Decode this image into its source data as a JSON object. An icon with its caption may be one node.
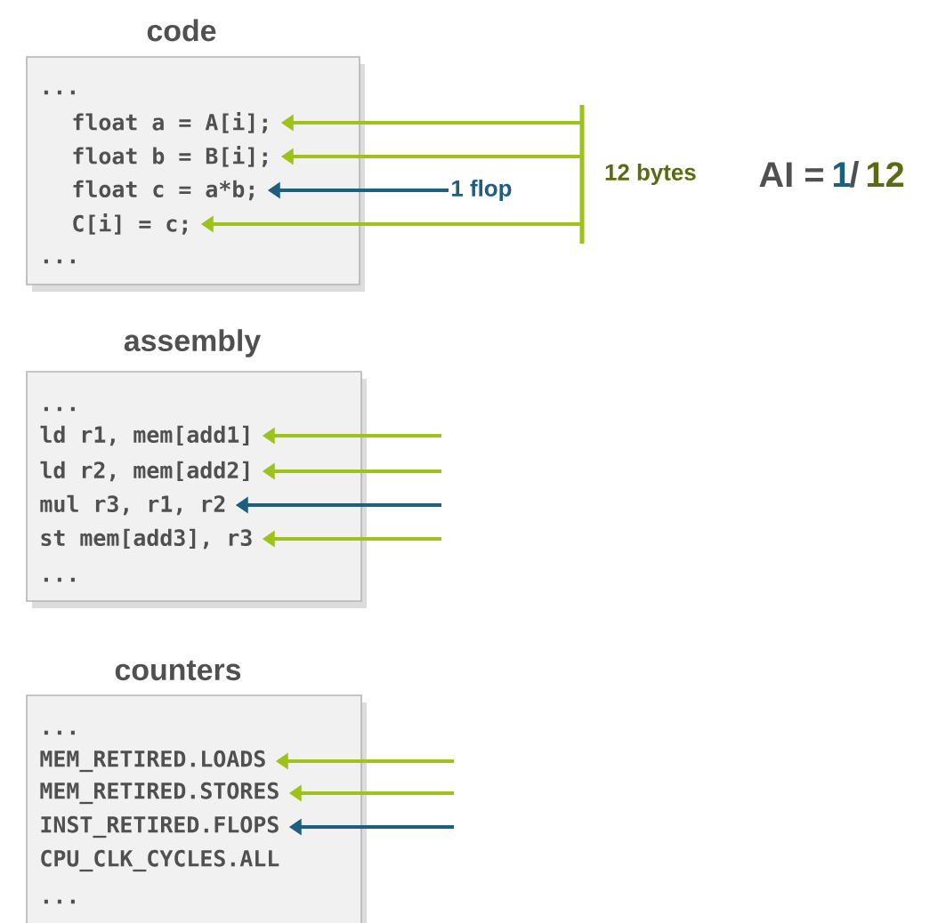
{
  "diagram": {
    "nodes": [
      {
        "text": [
          "code"
        ]
      },
      {
        "text": [
          "..."
        ],
        "in": 0
      },
      {
        "text": [
          "float a = A[i];"
        ],
        "in": 0
      },
      {
        "text": [
          "float b = B[i];"
        ],
        "in": 0
      },
      {
        "text": [
          "float c = a*b;"
        ],
        "in": 0
      },
      {
        "text": [
          "C[i] = c;"
        ],
        "in": 0
      },
      {
        "text": [
          "..."
        ],
        "in": 0
      },
      {
        "text": [
          "assembly"
        ]
      },
      {
        "text": [
          "..."
        ],
        "in": 7
      },
      {
        "text": [
          "ld  r1, mem[add1]"
        ],
        "in": 7
      },
      {
        "text": [
          "ld  r2, mem[add2]"
        ],
        "in": 7
      },
      {
        "text": [
          "mul r3, r1, r2"
        ],
        "in": 7
      },
      {
        "text": [
          "st  mem[add3], r3"
        ],
        "in": 7
      },
      {
        "text": [
          "..."
        ],
        "in": 7
      },
      {
        "text": [
          "counters"
        ]
      },
      {
        "text": [
          "..."
        ],
        "in": 14
      },
      {
        "text": [
          "MEM_RETIRED.LOADS"
        ],
        "in": 14
      },
      {
        "text": [
          "MEM_RETIRED.STORES"
        ],
        "in": 14
      },
      {
        "text": [
          "INST_RETIRED.FLOPS"
        ],
        "in": 14
      },
      {
        "text": [
          "CPU_CLK_CYCLES.ALL"
        ],
        "in": 14
      },
      {
        "text": [
          "..."
        ],
        "in": 14
      },
      {
        "text": [],
        "shape": "bar",
        "beside": [
          "12 bytes"
        ]
      },
      {
        "text": [
          "1 flop"
        ]
      }
    ],
    "edges": [
      {
        "from": 21,
        "to": 2,
        "arrow": "to"
      },
      {
        "from": 21,
        "to": 3,
        "arrow": "to"
      },
      {
        "from": 22,
        "to": 4,
        "arrow": "to",
        "color": "#1d5f80"
      },
      {
        "from": 21,
        "to": 5,
        "arrow": "to"
      },
      {
        "from": null,
        "to": 9,
        "arrow": "to"
      },
      {
        "from": null,
        "to": 10,
        "arrow": "to"
      },
      {
        "from": null,
        "to": 11,
        "arrow": "to",
        "color": "#1d5f80"
      },
      {
        "from": null,
        "to": 12,
        "arrow": "to"
      },
      {
        "from": null,
        "to": 16,
        "arrow": "to"
      },
      {
        "from": null,
        "to": 17,
        "arrow": "to"
      },
      {
        "from": null,
        "to": 18,
        "arrow": "to",
        "color": "#1d5f80"
      }
    ],
    "labels": [
      "AI =",
      "1",
      "/",
      "12"
    ]
  }
}
